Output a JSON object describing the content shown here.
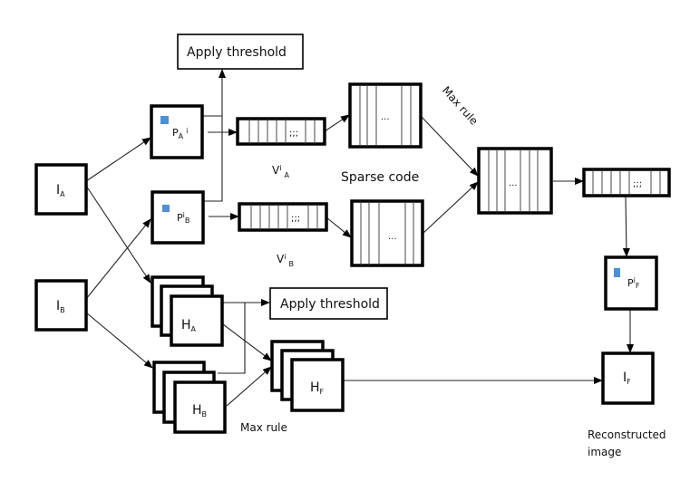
{
  "colors": {
    "patch_marker": "#4a8fd8",
    "stroke": "#000000"
  },
  "threshold_top": "Apply threshold",
  "threshold_bottom": "Apply threshold",
  "input_a": {
    "main": "I",
    "sub": "A"
  },
  "input_b": {
    "main": "I",
    "sub": "B"
  },
  "patch_a": {
    "main": "P",
    "sub": "A",
    "sup": "i"
  },
  "patch_b": {
    "main": "P",
    "sup": "i",
    "sub": "B"
  },
  "patch_f": {
    "main": "P",
    "sup": "i",
    "sub": "F"
  },
  "vector_a_label": {
    "main": "V",
    "sup": "i",
    "sub": "A"
  },
  "vector_b_label": {
    "main": "V",
    "sup": "i",
    "sub": "B"
  },
  "vector_dots": ";;;",
  "matrix_dots": "...",
  "sparse_code": "Sparse code",
  "max_rule_top": "Max rule",
  "max_rule_bottom": "Max rule",
  "high_a": {
    "main": "H",
    "sub": "A"
  },
  "high_b": {
    "main": "H",
    "sub": "B"
  },
  "high_f": {
    "main": "H",
    "sub": "F"
  },
  "output": {
    "main": "I",
    "sub": "F"
  },
  "reconstructed": [
    "Reconstructed",
    "image"
  ]
}
